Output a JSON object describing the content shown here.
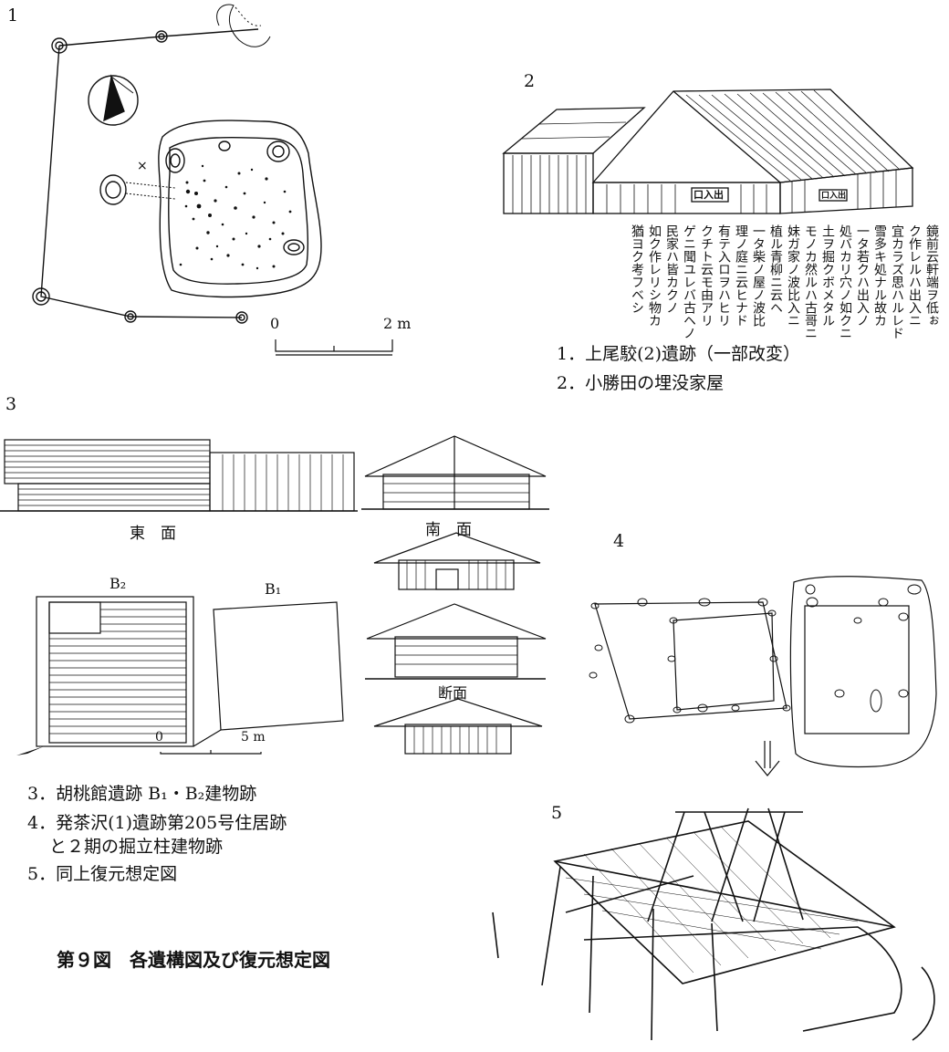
{
  "figure_numbers": {
    "f1": "1",
    "f2": "2",
    "f3": "3",
    "f4": "4",
    "f5": "5"
  },
  "scales": {
    "fig1": {
      "start": "0",
      "end": "2 m"
    },
    "fig3": {
      "start": "0",
      "end": "5 m"
    }
  },
  "fig2": {
    "door_sign_large": "口入出",
    "door_sign_small": "口入出",
    "old_text_columns": [
      "鏡前云軒端ヲ低ぉ",
      "ク作レルハ出入ニ",
      "宜カラズ思ハルレド",
      "雪多キ処ナル故カ",
      "一タ若クハ出入ノ",
      "処バカリ穴ノ如クニ",
      "土ヲ掘クボメタル",
      "モノカ然ルハ古哥ニ",
      "妹ガ家ノ波比入ニ",
      "植ル青柳ニ云ヘ",
      "一タ柴ノ屋ノ波比",
      "理ノ庭ニ云ヒナド",
      "有テ入ロヲハヒリ",
      "クチト云モ由アリ",
      "ゲニ聞ユレバ古ヘノ",
      "民家ハ皆カクノ",
      "如ク作レリシ物カ",
      "猶ヨク考フベシ"
    ]
  },
  "fig3": {
    "east_face": "東　面",
    "south_face": "南　面",
    "section": "断面",
    "b2": "B₂",
    "b1": "B₁"
  },
  "captions": {
    "c1": "1．上尾駮(2)遺跡（一部改変）",
    "c2": "2．小勝田の埋没家屋",
    "c3": "3．胡桃館遺跡 B₁・B₂建物跡",
    "c4": "4．発茶沢(1)遺跡第205号住居跡",
    "c4b": "と２期の掘立柱建物跡",
    "c5": "5．同上復元想定図",
    "figure_title": "第９図　各遺構図及び復元想定図"
  },
  "colors": {
    "ink": "#111111",
    "paper": "#ffffff"
  }
}
